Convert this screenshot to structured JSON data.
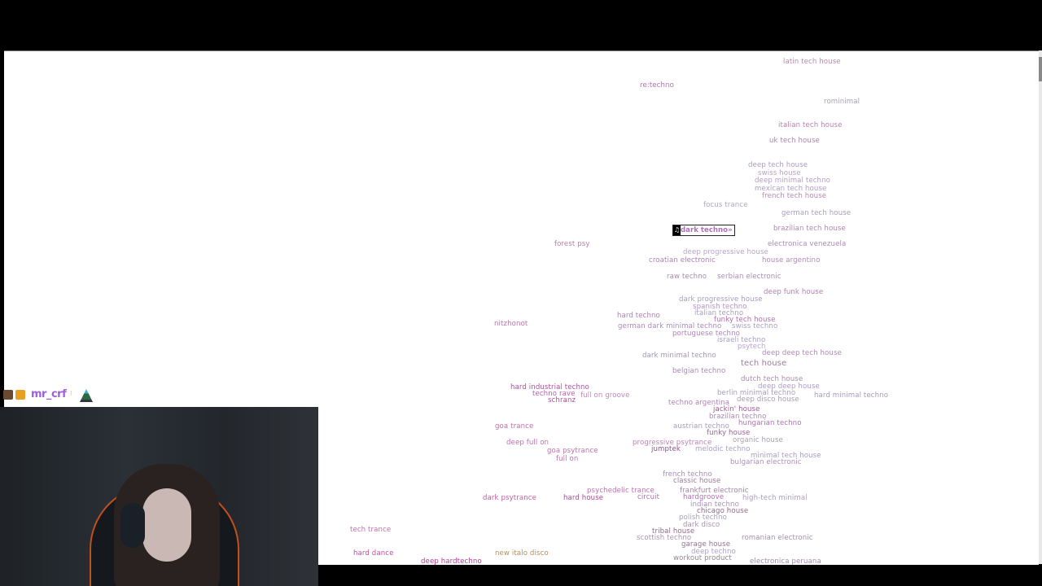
{
  "map": {
    "selected_genre": {
      "label": "dark techno",
      "note_icon": "music-note-icon",
      "arrow": "»",
      "color": "#b070b8"
    },
    "genres": [
      {
        "label": "latin tech house",
        "color": "#b88aaa"
      },
      {
        "label": "re:techno",
        "color": "#b070b0"
      },
      {
        "label": "rominimal",
        "color": "#a9a0b0"
      },
      {
        "label": "italian tech house",
        "color": "#b880b0"
      },
      {
        "label": "uk tech house",
        "color": "#b080b0"
      },
      {
        "label": "deep tech house",
        "color": "#b09abd"
      },
      {
        "label": "swiss house",
        "color": "#b7a3c6"
      },
      {
        "label": "deep minimal techno",
        "color": "#b49ac4"
      },
      {
        "label": "mexican tech house",
        "color": "#b09ac6"
      },
      {
        "label": "french tech house",
        "color": "#b48ab6"
      },
      {
        "label": "focus trance",
        "color": "#b0a6be"
      },
      {
        "label": "german tech house",
        "color": "#aa9cba"
      },
      {
        "label": "brazilian tech house",
        "color": "#b088b0"
      },
      {
        "label": "forest psy",
        "color": "#b880a8"
      },
      {
        "label": "electronica venezuela",
        "color": "#b088b8"
      },
      {
        "label": "deep progressive house",
        "color": "#b8a4c8"
      },
      {
        "label": "croatian electronic",
        "color": "#a884b0"
      },
      {
        "label": "house argentino",
        "color": "#b08ab6"
      },
      {
        "label": "raw techno",
        "color": "#a88aa8"
      },
      {
        "label": "serbian electronic",
        "color": "#aa8cb4"
      },
      {
        "label": "deep funk house",
        "color": "#b080b0"
      },
      {
        "label": "dark progressive house",
        "color": "#a89cbc"
      },
      {
        "label": "spanish techno",
        "color": "#b890c8"
      },
      {
        "label": "italian techno",
        "color": "#a89cc4"
      },
      {
        "label": "hard techno",
        "color": "#b080b0"
      },
      {
        "label": "funky tech house",
        "color": "#b070b0"
      },
      {
        "label": "nitzhonot",
        "color": "#c070b0"
      },
      {
        "label": "german dark minimal techno",
        "color": "#a888b8"
      },
      {
        "label": "swiss techno",
        "color": "#a8a0c0"
      },
      {
        "label": "portuguese techno",
        "color": "#b080c0"
      },
      {
        "label": "israeli techno",
        "color": "#a8a0c4"
      },
      {
        "label": "psytech",
        "color": "#b8a0d0"
      },
      {
        "label": "dark minimal techno",
        "color": "#a094b4"
      },
      {
        "label": "deep deep tech house",
        "color": "#b088b8"
      },
      {
        "label": "tech house",
        "color": "#a07898"
      },
      {
        "label": "belgian techno",
        "color": "#a888b8"
      },
      {
        "label": "dutch tech house",
        "color": "#a88cac"
      },
      {
        "label": "deep deep house",
        "color": "#b09ac8"
      },
      {
        "label": "hard industrial techno",
        "color": "#b050a0"
      },
      {
        "label": "techno rave",
        "color": "#b860b0"
      },
      {
        "label": "full on groove",
        "color": "#c088b8"
      },
      {
        "label": "berlin minimal techno",
        "color": "#a89cb8"
      },
      {
        "label": "hard minimal techno",
        "color": "#a89ab8"
      },
      {
        "label": "schranz",
        "color": "#b050a0"
      },
      {
        "label": "deep disco house",
        "color": "#a89ab0"
      },
      {
        "label": "techno argentina",
        "color": "#b080b8"
      },
      {
        "label": "jackin' house",
        "color": "#a05a9a"
      },
      {
        "label": "brazilian techno",
        "color": "#a888b0"
      },
      {
        "label": "hungarian techno",
        "color": "#b070b0"
      },
      {
        "label": "goa trance",
        "color": "#c070a8"
      },
      {
        "label": "austrian techno",
        "color": "#a89cbc"
      },
      {
        "label": "funky house",
        "color": "#a0609a"
      },
      {
        "label": "organic house",
        "color": "#a8a0b0"
      },
      {
        "label": "deep full on",
        "color": "#c070b0"
      },
      {
        "label": "progressive psytrance",
        "color": "#c080b8"
      },
      {
        "label": "jumptek",
        "color": "#905090"
      },
      {
        "label": "melodic techno",
        "color": "#a8a0c8"
      },
      {
        "label": "goa psytrance",
        "color": "#c070b0"
      },
      {
        "label": "minimal tech house",
        "color": "#a89ac0"
      },
      {
        "label": "full on",
        "color": "#c070b0"
      },
      {
        "label": "bulgarian electronic",
        "color": "#a890b8"
      },
      {
        "label": "french techno",
        "color": "#a88ab8"
      },
      {
        "label": "classic house",
        "color": "#a07898"
      },
      {
        "label": "psychedelic trance",
        "color": "#c070b0"
      },
      {
        "label": "frankfurt electronic",
        "color": "#a080a8"
      },
      {
        "label": "dark psytrance",
        "color": "#c060a8"
      },
      {
        "label": "hard house",
        "color": "#b04a90"
      },
      {
        "label": "circuit",
        "color": "#b070a8"
      },
      {
        "label": "hardgroove",
        "color": "#b070b0"
      },
      {
        "label": "high-tech minimal",
        "color": "#a8a0b8"
      },
      {
        "label": "indian techno",
        "color": "#a890b8"
      },
      {
        "label": "chicago house",
        "color": "#906888"
      },
      {
        "label": "polish techno",
        "color": "#a8a0c0"
      },
      {
        "label": "dark disco",
        "color": "#a890b0"
      },
      {
        "label": "tech trance",
        "color": "#c070a8"
      },
      {
        "label": "tribal house",
        "color": "#906888"
      },
      {
        "label": "scottish techno",
        "color": "#a894b8"
      },
      {
        "label": "romanian electronic",
        "color": "#a090a8"
      },
      {
        "label": "garage house",
        "color": "#987090"
      },
      {
        "label": "deep techno",
        "color": "#a8a0c8"
      },
      {
        "label": "hard dance",
        "color": "#c050a0"
      },
      {
        "label": "new italo disco",
        "color": "#b09060"
      },
      {
        "label": "workout product",
        "color": "#908890"
      },
      {
        "label": "deep hardtechno",
        "color": "#b04090"
      },
      {
        "label": "electronica peruana",
        "color": "#a088b0"
      }
    ]
  },
  "chat": {
    "username": "mr_crf",
    "username_color": "#9d5ee0"
  }
}
